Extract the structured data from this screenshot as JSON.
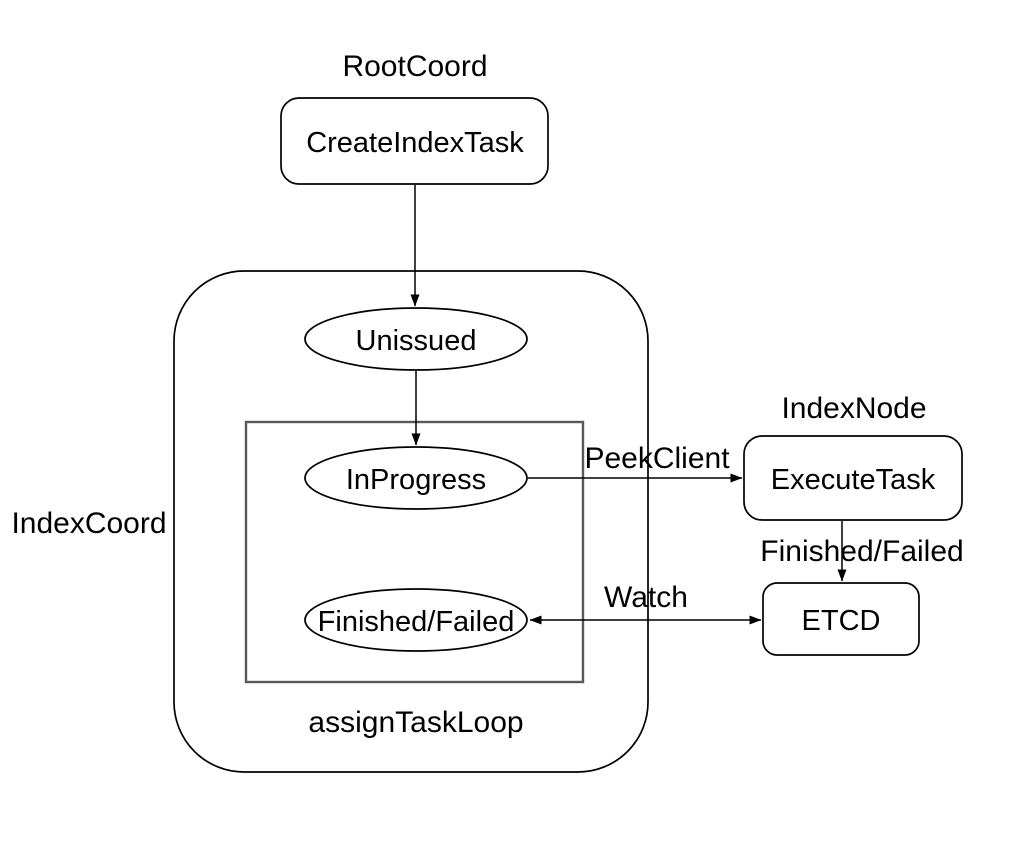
{
  "colors": {
    "background": "#ffffff",
    "stroke": "#000000",
    "loop_stroke": "#595959",
    "text": "#000000"
  },
  "section_labels": {
    "root_coord": "RootCoord",
    "index_node": "IndexNode",
    "index_coord": "IndexCoord",
    "assign_task_loop": "assignTaskLoop"
  },
  "nodes": {
    "create_index_task": {
      "label": "CreateIndexTask",
      "shape": "rounded-rect"
    },
    "unissued": {
      "label": "Unissued",
      "shape": "ellipse"
    },
    "in_progress": {
      "label": "InProgress",
      "shape": "ellipse"
    },
    "finished_failed": {
      "label": "Finished/Failed",
      "shape": "ellipse"
    },
    "execute_task": {
      "label": "ExecuteTask",
      "shape": "rounded-rect"
    },
    "etcd": {
      "label": "ETCD",
      "shape": "rounded-rect"
    }
  },
  "edge_labels": {
    "peek_client": "PeekClient",
    "finished_failed": "Finished/Failed",
    "watch": "Watch"
  }
}
